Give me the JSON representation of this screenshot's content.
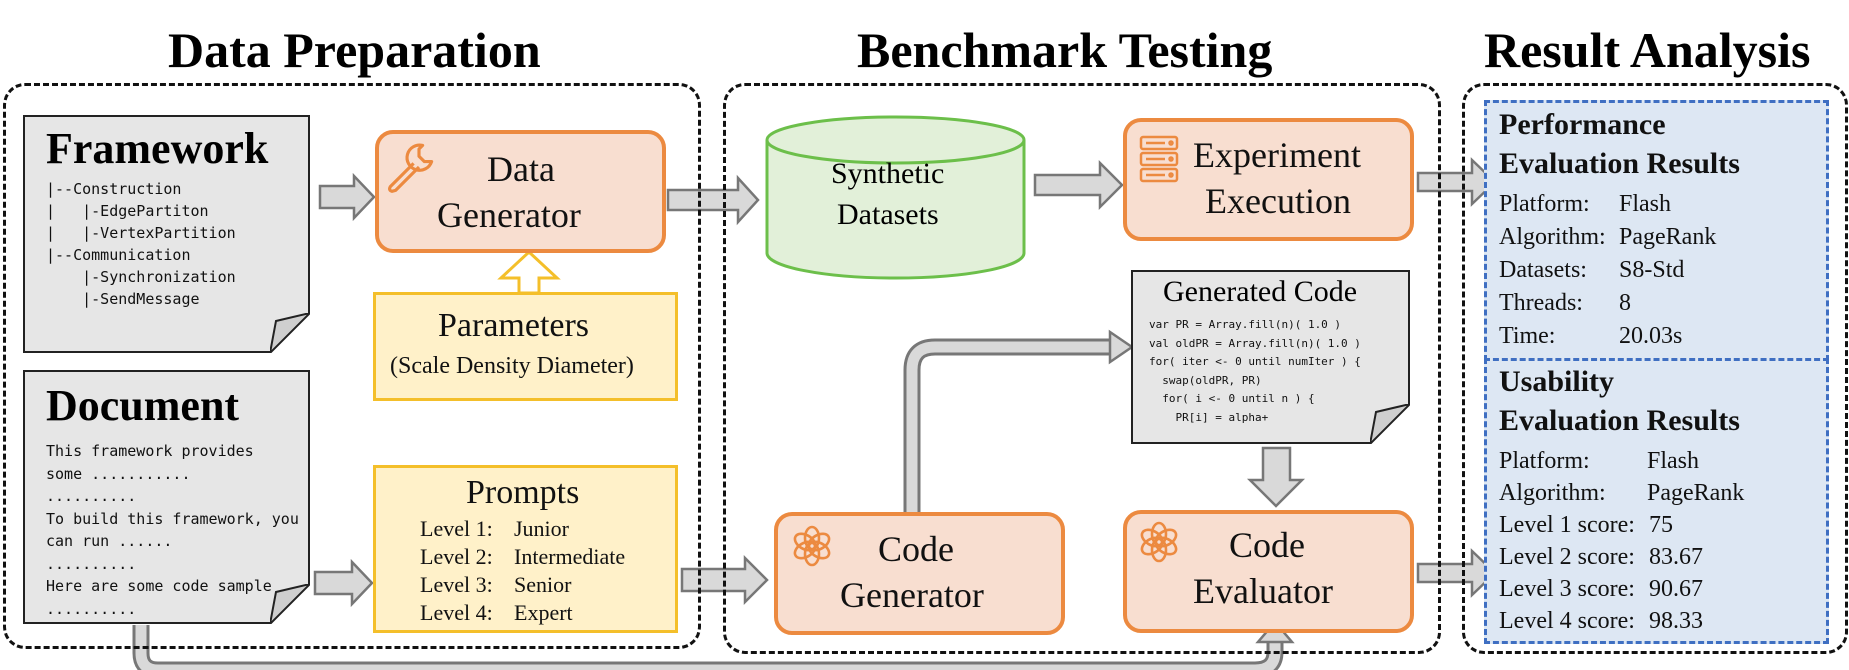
{
  "titles": {
    "data_preparation": "Data Preparation",
    "benchmark_testing": "Benchmark Testing",
    "result_analysis": "Result Analysis"
  },
  "framework_doc": {
    "title": "Framework",
    "lines": [
      "|--Construction",
      "|   |-EdgePartiton",
      "|   |-VertexPartition",
      "|--Communication",
      "    |-Synchronization",
      "    |-SendMessage"
    ]
  },
  "document_doc": {
    "title": "Document",
    "lines": [
      "This framework provides",
      "some ...........",
      "..........",
      "To build this framework, you",
      "can run ......",
      "..........",
      "Here are some code sample",
      ".........."
    ]
  },
  "data_generator": {
    "line1": "Data",
    "line2": "Generator",
    "icon": "wrench-icon"
  },
  "parameters": {
    "title": "Parameters",
    "subtitle": "(Scale Density Diameter)"
  },
  "prompts": {
    "title": "Prompts",
    "levels": [
      {
        "level": "Level 1:",
        "name": "Junior"
      },
      {
        "level": "Level 2:",
        "name": "Intermediate"
      },
      {
        "level": "Level 3:",
        "name": "Senior"
      },
      {
        "level": "Level 4:",
        "name": "Expert"
      }
    ]
  },
  "synthetic_datasets": {
    "line1": "Synthetic",
    "line2": "Datasets"
  },
  "experiment_execution": {
    "line1": "Experiment",
    "line2": "Execution",
    "icon": "server-rack-icon"
  },
  "generated_code": {
    "title": "Generated Code",
    "lines": [
      "var PR = Array.fill(n)( 1.0 )",
      "val oldPR = Array.fill(n)( 1.0 )",
      "for( iter <- 0 until numIter ) {",
      "  swap(oldPR, PR)",
      "  for( i <- 0 until n ) {",
      "    PR[i] = alpha+"
    ]
  },
  "code_generator": {
    "line1": "Code",
    "line2": "Generator",
    "icon": "openai-logo-icon"
  },
  "code_evaluator": {
    "line1": "Code",
    "line2": "Evaluator",
    "icon": "openai-logo-icon"
  },
  "performance": {
    "title_line1": "Performance",
    "title_line2": "Evaluation Results",
    "rows": [
      {
        "key": "Platform:",
        "value": "Flash"
      },
      {
        "key": "Algorithm:",
        "value": "PageRank"
      },
      {
        "key": "Datasets:",
        "value": "S8-Std"
      },
      {
        "key": "Threads:",
        "value": "8"
      },
      {
        "key": "Time:",
        "value": "20.03s"
      }
    ]
  },
  "usability": {
    "title_line1": "Usability",
    "title_line2": "Evaluation Results",
    "rows": [
      {
        "key": "Platform:",
        "value": "Flash"
      },
      {
        "key": "Algorithm:",
        "value": "PageRank"
      },
      {
        "key": "Level 1 score:",
        "value": "75"
      },
      {
        "key": "Level 2 score:",
        "value": "83.67"
      },
      {
        "key": "Level 3 score:",
        "value": "90.67"
      },
      {
        "key": "Level 4 score:",
        "value": "98.33"
      }
    ]
  },
  "colors": {
    "orange_border": "#ec8a40",
    "orange_fill": "#f8ded0",
    "yellow_border": "#f4bf2a",
    "yellow_fill": "#fff1c9",
    "green_border": "#6cbf4a",
    "green_fill": "#e2f0d9",
    "blue_border": "#3f6fc2",
    "blue_fill": "#dde7f3",
    "arrow_fill": "#d9d9d9",
    "doc_fill": "#e6e6e6"
  }
}
